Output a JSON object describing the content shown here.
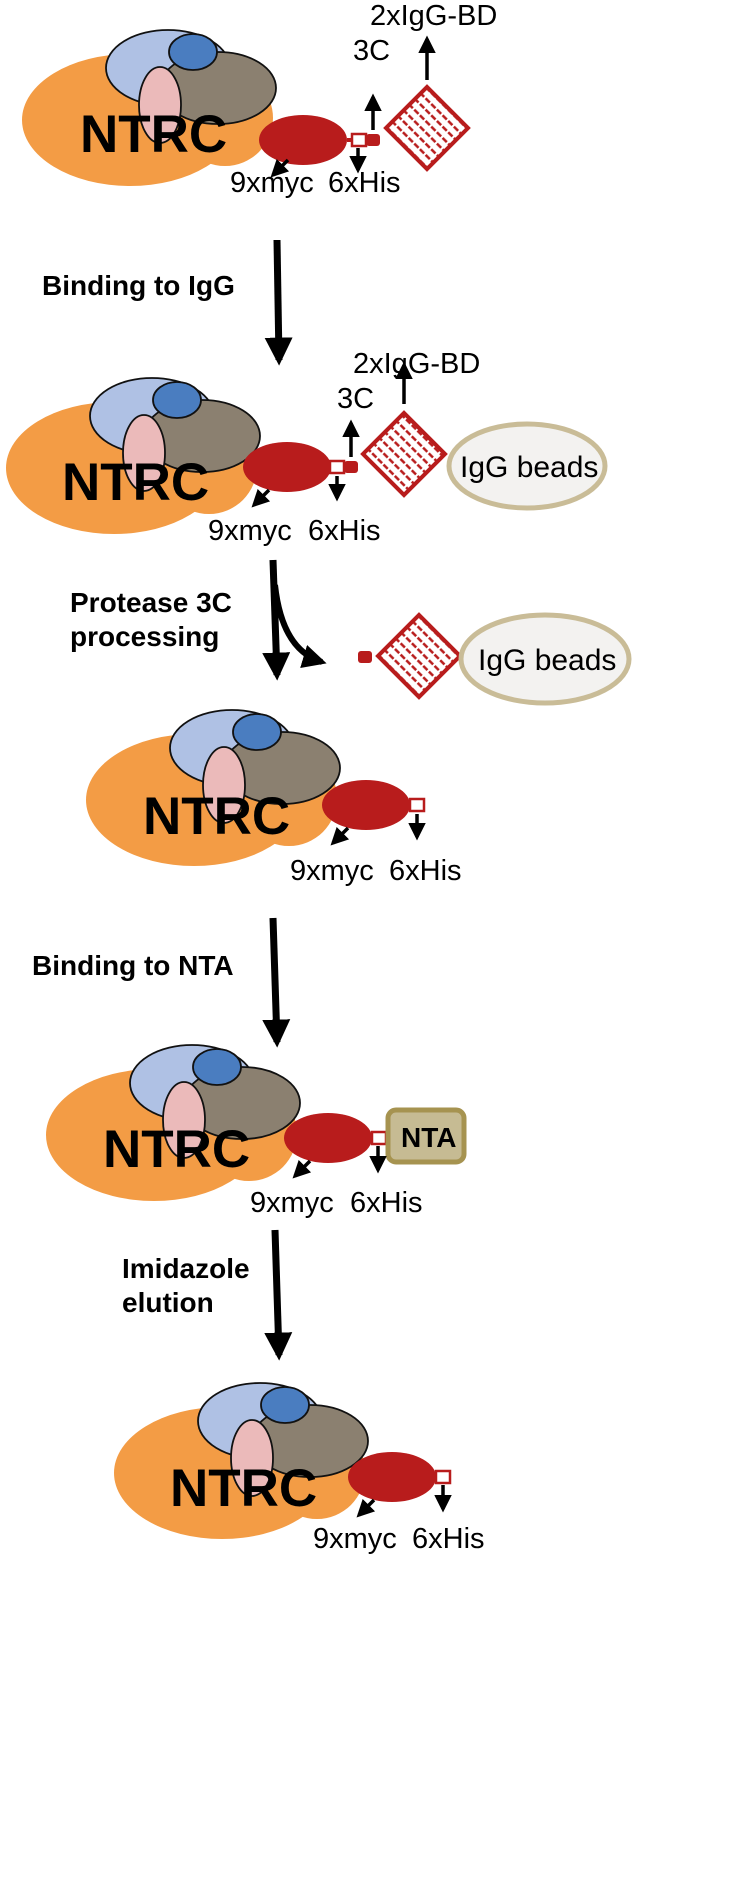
{
  "colors": {
    "orange": "#F39C45",
    "light_blue": "#AFC1E4",
    "blue": "#4A7DC0",
    "gray_brown": "#8B8070",
    "pink": "#EBBABA",
    "dark_red": "#B81C1C",
    "bead_border": "#C9BC97",
    "bead_fill": "#F3F2F0",
    "nta_fill": "#C6BB93",
    "nta_border": "#A69350"
  },
  "stage1": {
    "complex": "NTRC",
    "myc": "9xmyc",
    "his": "6xHis",
    "protease_site": "3C",
    "igg_bd": "2xIgG-BD"
  },
  "step1": {
    "line1": "Binding to IgG"
  },
  "stage2": {
    "complex": "NTRC",
    "myc": "9xmyc",
    "his": "6xHis",
    "protease_site": "3C",
    "igg_bd": "2xIgG-BD",
    "beads": "IgG beads"
  },
  "step2": {
    "line1": "Protease 3C",
    "line2": "processing"
  },
  "released": {
    "beads": "IgG beads"
  },
  "stage3": {
    "complex": "NTRC",
    "myc": "9xmyc",
    "his": "6xHis"
  },
  "step3": {
    "line1": "Binding to NTA"
  },
  "stage4": {
    "complex": "NTRC",
    "myc": "9xmyc",
    "his": "6xHis",
    "nta": "NTA"
  },
  "step4": {
    "line1": "Imidazole",
    "line2": "elution"
  },
  "stage5": {
    "complex": "NTRC",
    "myc": "9xmyc",
    "his": "6xHis"
  }
}
